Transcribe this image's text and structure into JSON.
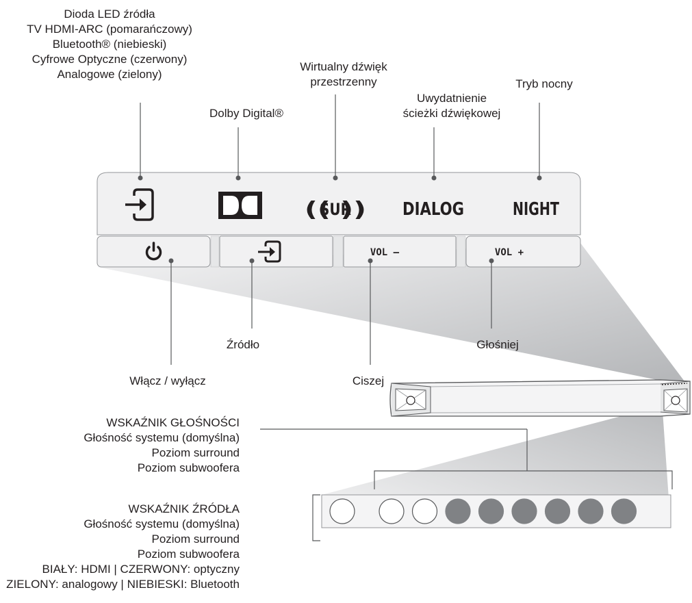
{
  "callouts": {
    "source_led": {
      "title": "Dioda LED źródła",
      "lines": [
        "TV HDMI-ARC (pomarańczowy)",
        "Bluetooth® (niebieski)",
        "Cyfrowe Optyczne (czerwony)",
        "Analogowe (zielony)"
      ]
    },
    "dolby": "Dolby Digital®",
    "virtual_surround": [
      "Wirtualny dźwięk",
      "przestrzenny"
    ],
    "dialog": [
      "Uwydatnienie",
      "ścieżki dźwiękowej"
    ],
    "night": "Tryb nocny",
    "power": "Włącz / wyłącz",
    "source": "Źródło",
    "vol_down": "Ciszej",
    "vol_up": "Głośniej"
  },
  "panel": {
    "indicators": [
      "SUR",
      "DIALOG",
      "NIGHT"
    ],
    "buttons": {
      "vol_down": "VOL –",
      "vol_up": "VOL +"
    }
  },
  "volume_indicator": {
    "title": "WSKAŹNIK GŁOŚNOŚCI",
    "lines": [
      "Głośność systemu (domyślna)",
      "Poziom surround",
      "Poziom subwoofera"
    ]
  },
  "source_indicator": {
    "title": "WSKAŹNIK ŹRÓDŁA",
    "lines": [
      "Głośność systemu (domyślna)",
      "Poziom surround",
      "Poziom subwoofera",
      "BIAŁY: HDMI | CZERWONY: optyczny",
      "ZIELONY: analogowy | NIEBIESKI: Bluetooth"
    ]
  },
  "led_strip": {
    "source_led_count": 1,
    "volume_led_count": 8,
    "volume_leds_lit": 6
  },
  "colors": {
    "text": "#231f20",
    "led_lit": "#808285",
    "panel_fill": "#f1f1f2",
    "beam": "#e6e7e8",
    "line": "#58595b"
  }
}
